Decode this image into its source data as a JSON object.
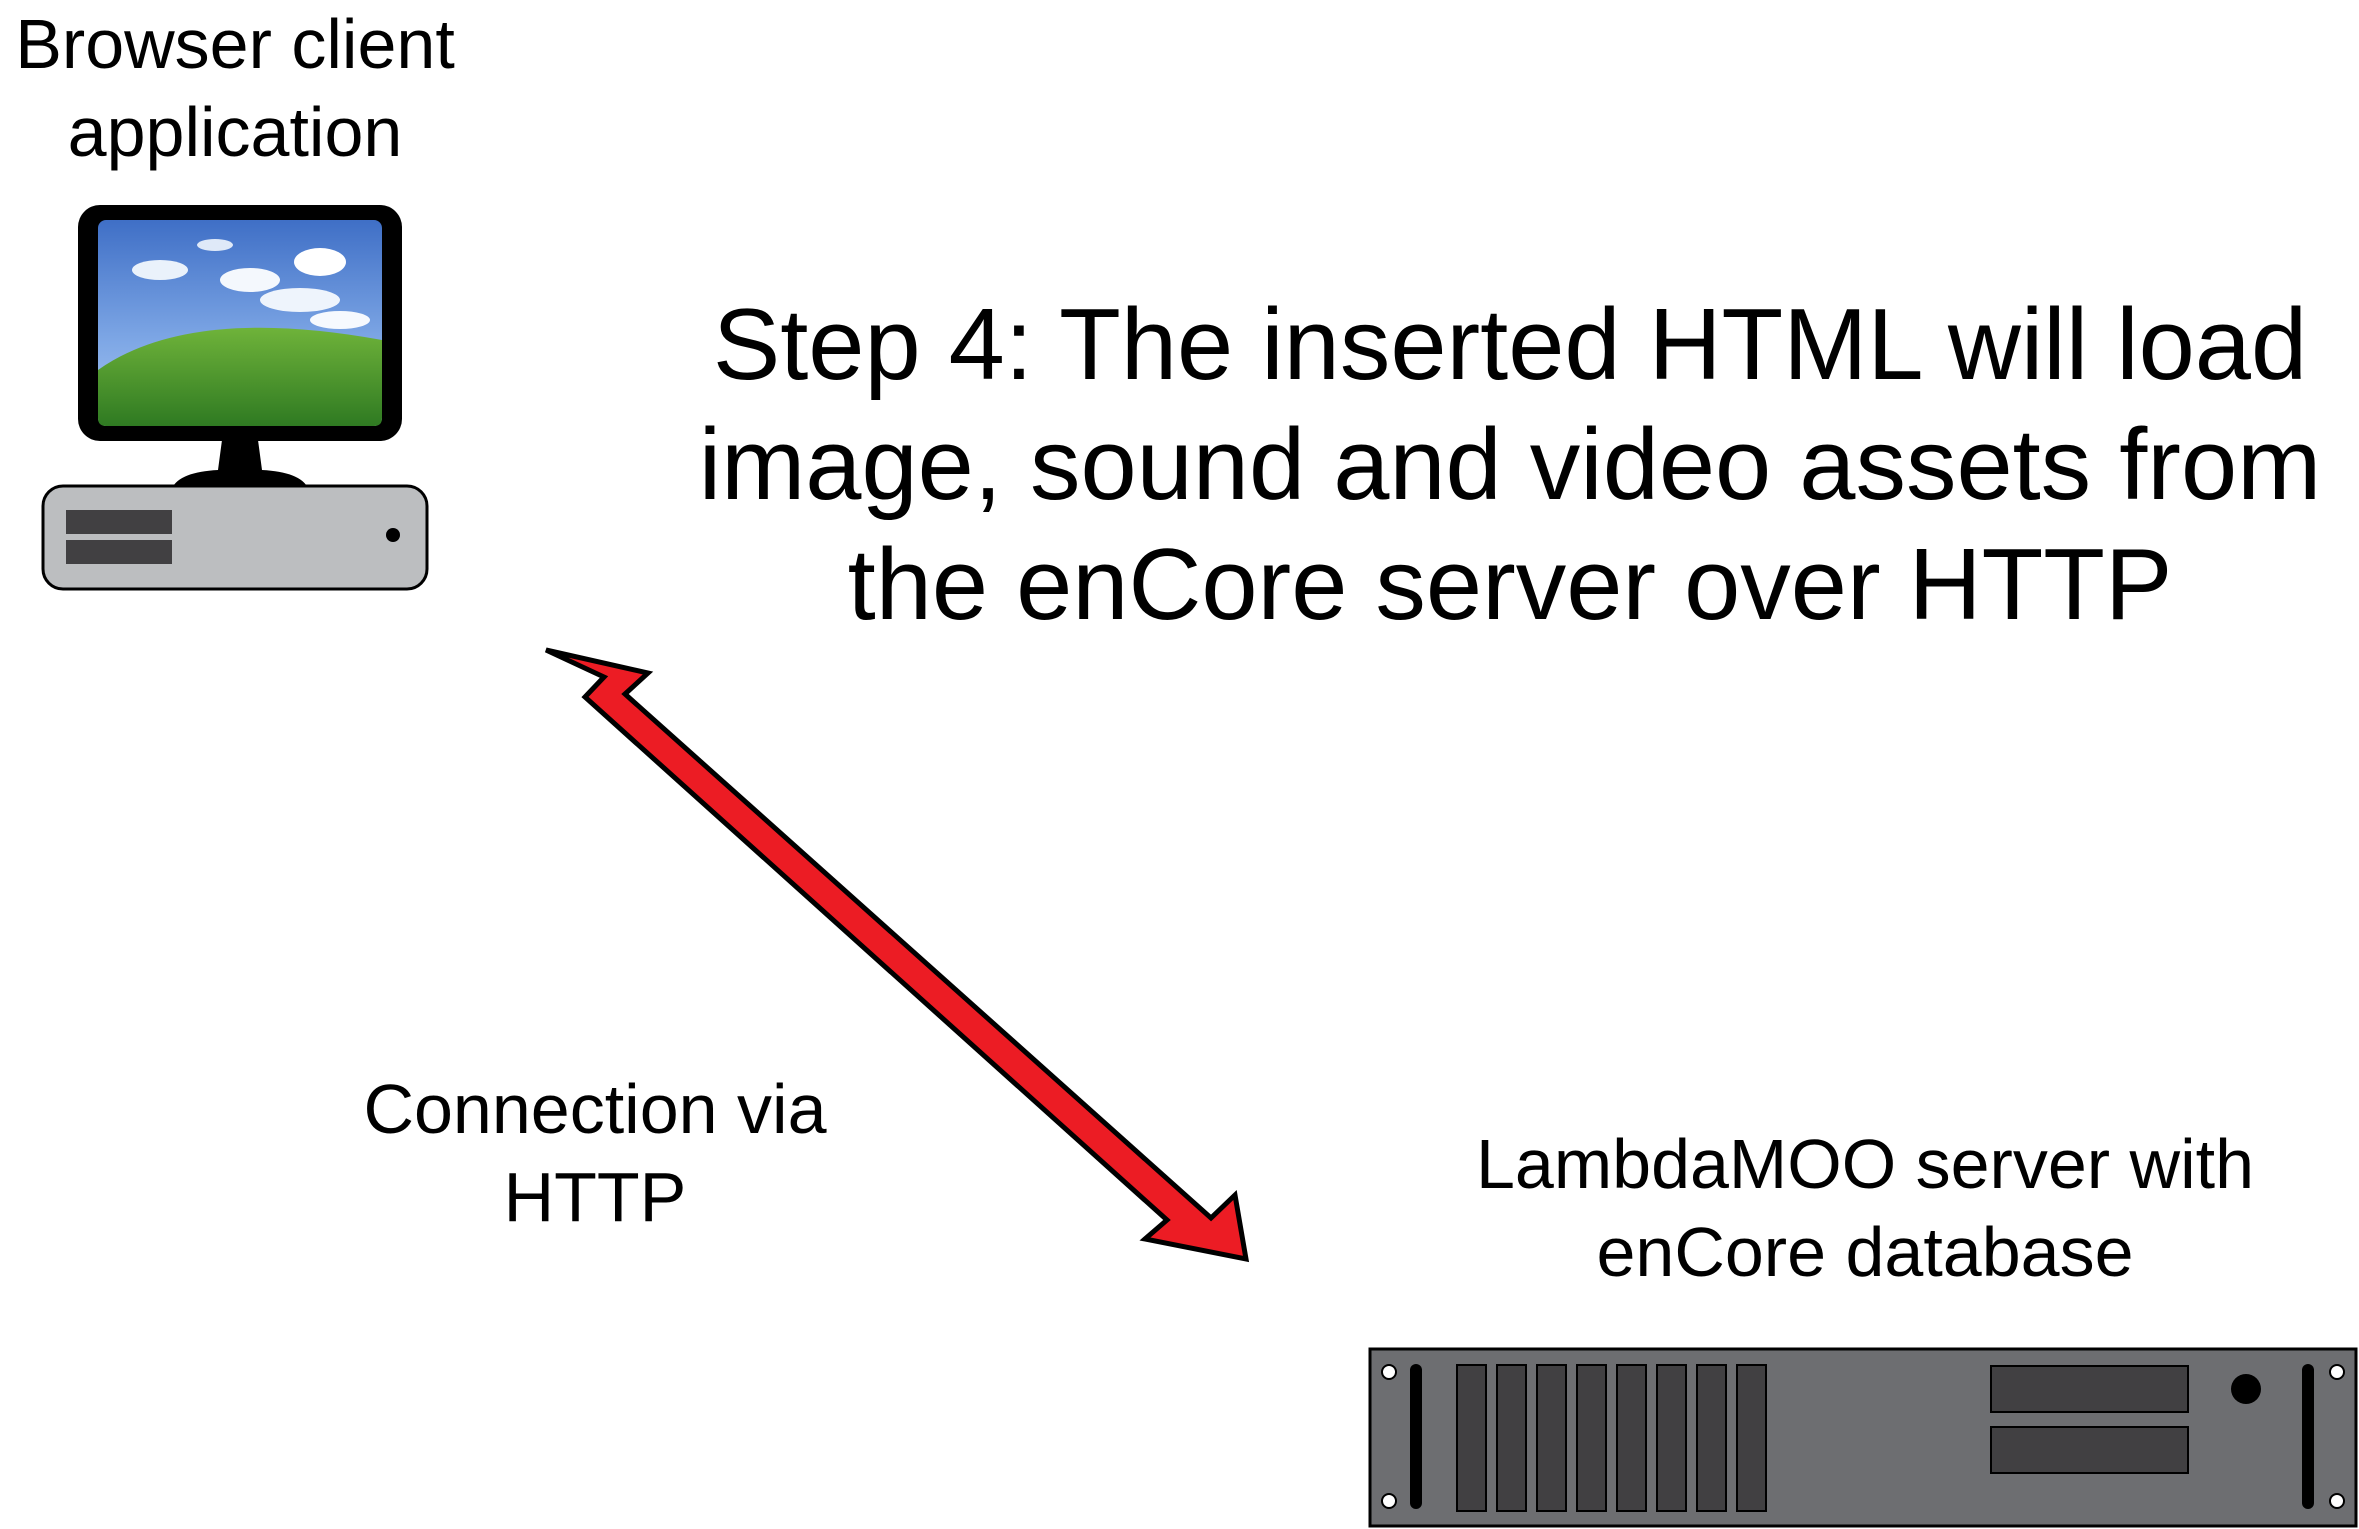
{
  "client": {
    "label_lines": [
      "Browser client",
      "application"
    ],
    "icon": "desktop-computer-icon"
  },
  "step": {
    "caption_lines": [
      "Step 4: The inserted HTML will load",
      "image, sound and video assets from",
      "the enCore server over HTTP"
    ]
  },
  "connection": {
    "label_lines": [
      "Connection via",
      "HTTP"
    ],
    "arrow_color": "#ec1c24",
    "arrow_type": "double-headed"
  },
  "server": {
    "label_lines": [
      "LambdaMOO server with",
      "enCore database"
    ],
    "icon": "rack-server-icon"
  },
  "colors": {
    "arrow": "#ec1c24",
    "server_body": "#6d6e71",
    "server_slot": "#414042",
    "computer_case": "#bcbec0",
    "monitor": "#000000"
  }
}
